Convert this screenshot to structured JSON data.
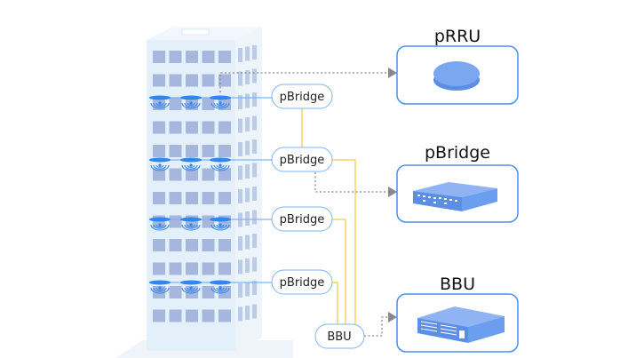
{
  "nodes": {
    "pbridges": [
      "pBridge",
      "pBridge",
      "pBridge",
      "pBridge"
    ],
    "bbu": "BBU"
  },
  "legend": {
    "prru_title": "pRRU",
    "pbridge_title": "pBridge",
    "bbu_title": "BBU"
  },
  "colors": {
    "pill_border": "#7db4f5",
    "box_border": "#4a90e8",
    "yellow_link": "#f7c948",
    "dotted_link": "#888888",
    "antenna": "#2e86f0",
    "device": "#6c9ef0",
    "building_front": "#e3eff9",
    "window": "#a7b6dc"
  }
}
